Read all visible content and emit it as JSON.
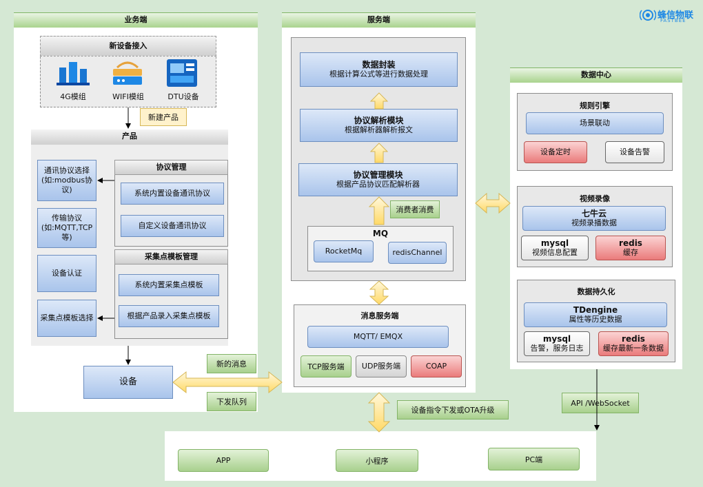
{
  "brand": {
    "name": "蜂信物联",
    "sub": "FASTBEE"
  },
  "business": {
    "title": "业务端",
    "new_device": {
      "title": "新设备接入",
      "items": [
        "4G模组",
        "WIFI模组",
        "DTU设备"
      ]
    },
    "new_product_label": "新建产品",
    "product": {
      "title": "产品",
      "left_items": [
        "通讯协议选择(如:modbus协议)",
        "传输协议(如:MQTT,TCP等)",
        "设备认证",
        "采集点模板选择"
      ],
      "protocol_mgmt": {
        "title": "协议管理",
        "items": [
          "系统内置设备通讯协议",
          "自定义设备通讯协议"
        ]
      },
      "template_mgmt": {
        "title": "采集点模板管理",
        "items": [
          "系统内置采集点模板",
          "根据产品录入采集点模板"
        ]
      }
    },
    "device_label": "设备",
    "new_msg_label": "新的消息",
    "send_queue_label": "下发队列"
  },
  "server": {
    "title": "服务端",
    "data_pack": {
      "title": "数据封装",
      "desc": "根据计算公式等进行数据处理"
    },
    "proto_parse": {
      "title": "协议解析模块",
      "desc": "根据解析器解析报文"
    },
    "proto_mgmt": {
      "title": "协议管理模块",
      "desc": "根据产品协议匹配解析器"
    },
    "consumer_label": "消费者消费",
    "mq": {
      "title": "MQ",
      "items": [
        "RocketMq",
        "redisChannel"
      ]
    },
    "msg_server": {
      "title": "消息服务端",
      "main": "MQTT/ EMQX",
      "items": [
        "TCP服务端",
        "UDP服务端",
        "COAP"
      ]
    }
  },
  "data_center": {
    "title": "数据中心",
    "rules": {
      "title": "规则引擎",
      "linkage": "场景联动",
      "timer": "设备定时",
      "alarm": "设备告警"
    },
    "video": {
      "title": "视频录像",
      "qiniu_title": "七牛云",
      "qiniu_desc": "视频录播数据",
      "mysql_title": "mysql",
      "mysql_desc": "视频信息配置",
      "redis_title": "redis",
      "redis_desc": "缓存"
    },
    "persist": {
      "title": "数据持久化",
      "td_title": "TDengine",
      "td_desc": "属性等历史数据",
      "mysql_title": "mysql",
      "mysql_desc": "告警，服务日志",
      "redis_title": "redis",
      "redis_desc": "缓存最新一条数据"
    }
  },
  "ota_label": "设备指令下发或OTA升级",
  "api_label": "API /WebSocket",
  "clients": [
    "APP",
    "小程序",
    "PC端"
  ]
}
